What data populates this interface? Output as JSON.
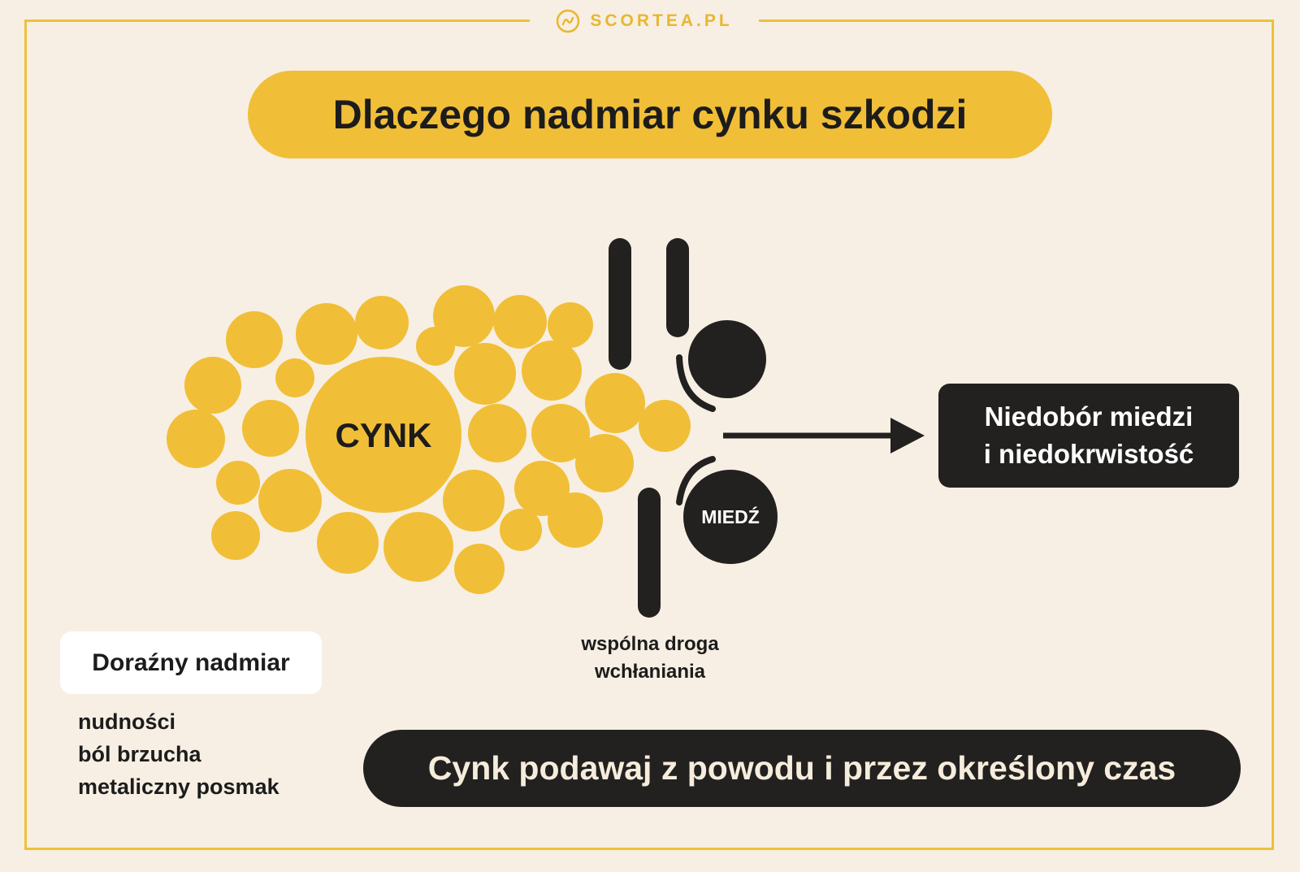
{
  "brand": {
    "name": "SCORTEA.PL",
    "logo_icon": "scortea-swirl-icon"
  },
  "title": "Dlaczego nadmiar cynku szkodzi",
  "diagram": {
    "zinc_label": "CYNK",
    "copper_label": "MIEDŹ",
    "route_label_lines": [
      "wspólna droga",
      "wchłaniania"
    ],
    "result_lines": [
      "Niedobór miedzi",
      "i niedokrwistość"
    ]
  },
  "acute": {
    "heading": "Doraźny nadmiar",
    "symptoms": [
      "nudności",
      "ból brzucha",
      "metaliczny posmak"
    ]
  },
  "footer_message": "Cynk podawaj z powodu i przez określony czas",
  "colors": {
    "background": "#f7efe3",
    "yellow": "#f1be37",
    "dark": "#222120",
    "white": "#ffffff"
  }
}
